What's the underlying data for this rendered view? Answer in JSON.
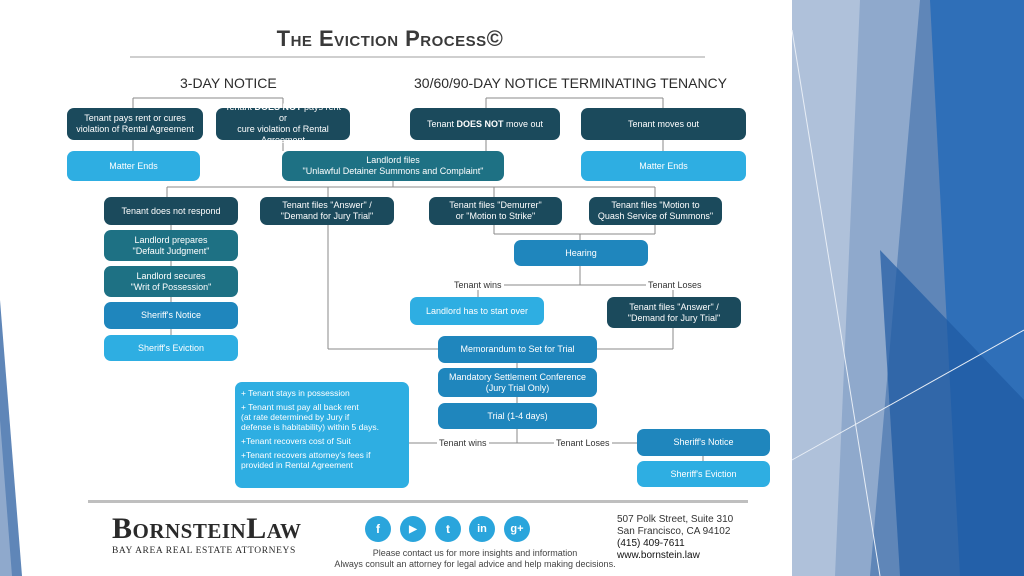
{
  "title": "The Eviction Process©",
  "sections": {
    "three_day": "3-DAY NOTICE",
    "ninety_day": "30/60/90-DAY NOTICE TERMINATING TENANCY"
  },
  "nodes": {
    "pays_rent": "Tenant pays rent or cures\nviolation of Rental Agreement",
    "not_pays_pre": "Tenant ",
    "not_pays_bold": "DOES NOT",
    "not_pays_post": " pays rent or\ncure  violation of Rental Agreement",
    "not_move_pre": "Tenant ",
    "not_move_bold": "DOES NOT",
    "not_move_post": " move out",
    "moves_out": "Tenant moves out",
    "matter_ends_left": "Matter Ends",
    "landlord_files": "Landlord files\n\"Unlawful Detainer Summons and Complaint\"",
    "matter_ends_right": "Matter Ends",
    "not_respond": "Tenant does not respond",
    "files_answer": "Tenant files \"Answer\" /\n\"Demand for Jury Trial\"",
    "files_demurrer": "Tenant files \"Demurrer\"\nor \"Motion to Strike\"",
    "files_quash": "Tenant files \"Motion to\nQuash Service of Summons\"",
    "default_judgment": "Landlord prepares\n\"Default Judgment\"",
    "hearing": "Hearing",
    "writ": "Landlord secures\n\"Writ of Possession\"",
    "sheriffs_notice_left": "Sheriff's Notice",
    "start_over": "Landlord has to start over",
    "files_answer2": "Tenant files \"Answer\" /\n\"Demand for Jury Trial\"",
    "sheriffs_eviction_left": "Sheriff's Eviction",
    "memorandum": "Memorandum to Set for Trial",
    "settlement": "Mandatory Settlement Conference\n(Jury Trial Only)",
    "trial": "Trial (1-4 days)",
    "sheriffs_notice_right": "Sheriff's Notice",
    "sheriffs_eviction_right": "Sheriff's Eviction"
  },
  "labels": {
    "hearing_wins": "Tenant wins",
    "hearing_loses": "Tenant Loses",
    "trial_wins": "Tenant wins",
    "trial_loses": "Tenant Loses"
  },
  "outcomes": [
    "+ Tenant stays in possession",
    "+ Tenant must pay all back rent\n  (at rate determined by Jury if\n  defense is habitability) within 5 days.",
    "+Tenant recovers cost of Suit",
    "+Tenant recovers attorney's fees if\n  provided in Rental Agreement"
  ],
  "footer": {
    "logo": "BornsteinLaw",
    "tagline": "BAY AREA REAL ESTATE ATTORNEYS",
    "social": [
      "f",
      "▶",
      "t",
      "in",
      "g+"
    ],
    "contact_line1": "Please contact us for more insights and information",
    "contact_line2": "Always consult an attorney for legal advice and help making decisions.",
    "address1": "507 Polk Street, Suite 310",
    "address2": "San Francisco, CA 94102",
    "phone": "(415) 409-7611",
    "web": "www.bornstein.law"
  },
  "colors": {
    "dark": "#1b4a5c",
    "teal": "#1e7184",
    "mid": "#1f86bd",
    "light": "#2eaee2",
    "deco": "#3f6ea8"
  }
}
